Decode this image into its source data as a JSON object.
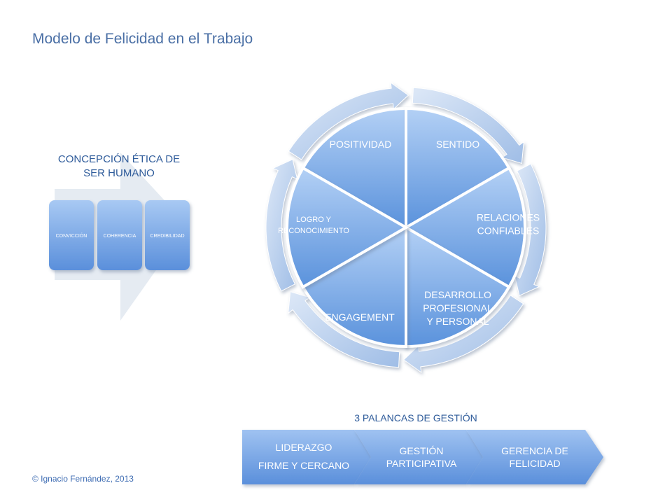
{
  "title": "Modelo de Felicidad en el Trabajo",
  "concept": {
    "heading_line1": "CONCEPCIÓN ÉTICA DE",
    "heading_line2": "SER HUMANO",
    "boxes": [
      "CONVICCIÓN",
      "COHERENCIA",
      "CREDIBILIDAD"
    ]
  },
  "cycle": {
    "segments": [
      {
        "id": "positividad",
        "lines": [
          "POSITIVIDAD"
        ]
      },
      {
        "id": "sentido",
        "lines": [
          "SENTIDO"
        ]
      },
      {
        "id": "relaciones",
        "lines": [
          "RELACIONES",
          "CONFIABLES"
        ]
      },
      {
        "id": "desarrollo",
        "lines": [
          "DESARROLLO",
          "PROFESIONAL",
          "Y PERSONAL"
        ]
      },
      {
        "id": "engagement",
        "lines": [
          "ENGAGEMENT"
        ]
      },
      {
        "id": "logro",
        "lines": [
          "LOGRO Y",
          "RECONOCIMIENTO"
        ]
      }
    ]
  },
  "levers": {
    "heading": "3 PALANCAS DE GESTIÓN",
    "items": [
      {
        "id": "liderazgo",
        "lines": [
          "LIDERAZGO",
          "FIRME Y CERCANO"
        ]
      },
      {
        "id": "gestion",
        "lines": [
          "GESTIÓN",
          "PARTICIPATIVA"
        ]
      },
      {
        "id": "gerencia",
        "lines": [
          "GERENCIA DE",
          "FELICIDAD"
        ]
      }
    ]
  },
  "copyright": "© Ignacio Fernández, 2013",
  "colors": {
    "title": "#4a6fa5",
    "segment_light": "#a9c8f2",
    "segment_dark": "#5b93de",
    "ring": "#c4d6f0",
    "arrow_ring": "#b9cfee",
    "text_white": "#ffffff",
    "heading_blue": "#2e5b9a"
  }
}
